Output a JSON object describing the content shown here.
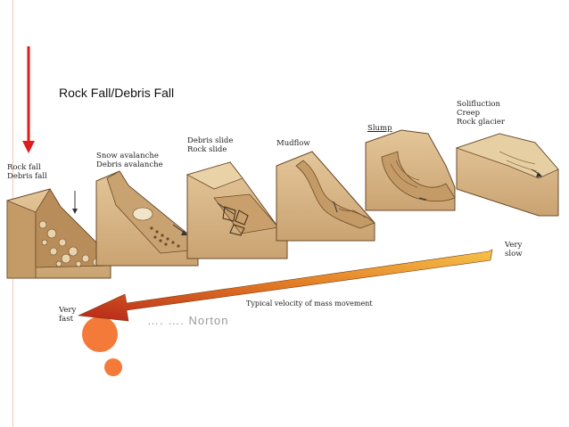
{
  "caption": "Rock Fall/Debris Fall",
  "author_partial": "…. …. Norton",
  "blocks": [
    {
      "label": "Rock fall\nDebris fall",
      "underline": false
    },
    {
      "label": "Snow avalanche\nDebris avalanche",
      "underline": false
    },
    {
      "label": "Debris slide\nRock slide",
      "underline": true
    },
    {
      "label": "Mudflow",
      "underline": false
    },
    {
      "label": "Slump",
      "underline": true
    },
    {
      "label": "Solifluction\nCreep\nRock glacier",
      "underline": false
    }
  ],
  "velocity": {
    "label": "Typical velocity of mass movement",
    "slow_label": "Very\nslow",
    "fast_label": "Very\nfast"
  },
  "colors": {
    "pointer_arrow": "#e01b1b",
    "accent": "#f47a3a",
    "soil": "#d8b98c",
    "soil_dark": "#a57a4a"
  }
}
